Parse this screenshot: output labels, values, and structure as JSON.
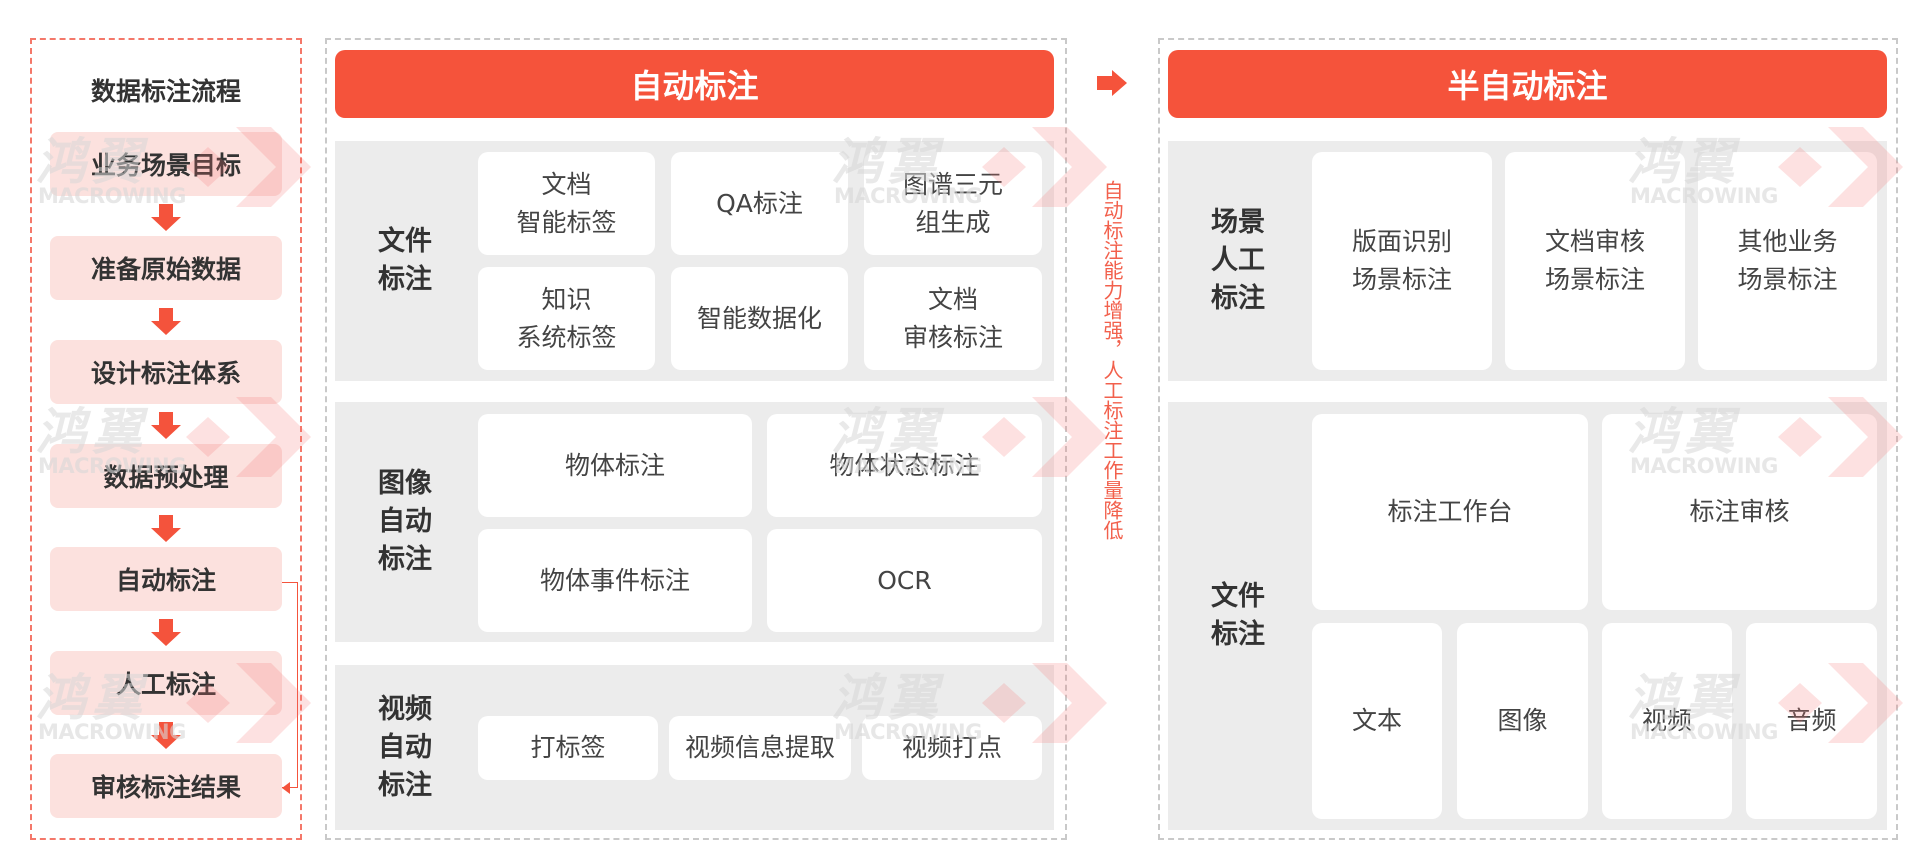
{
  "left": {
    "title": "数据标注流程",
    "steps": [
      "业务场景目标",
      "准备原始数据",
      "设计标注体系",
      "数据预处理",
      "自动标注",
      "人工标注",
      "审核标注结果"
    ]
  },
  "auto": {
    "header": "自动标注",
    "sections": [
      {
        "label": "文件\n标注",
        "cards": [
          "文档\n智能标签",
          "QA标注",
          "图谱三元\n组生成",
          "知识\n系统标签",
          "智能数据化",
          "文档\n审核标注"
        ]
      },
      {
        "label": "图像\n自动\n标注",
        "cards": [
          "物体标注",
          "物体状态标注",
          "物体事件标注",
          "OCR"
        ]
      },
      {
        "label": "视频\n自动\n标注",
        "cards": [
          "打标签",
          "视频信息提取",
          "视频打点"
        ]
      }
    ]
  },
  "middle": {
    "arrow_icon": "right-arrow-icon",
    "vertical_note": "自动标注能力增强，人工标注工作量降低"
  },
  "semi": {
    "header": "半自动标注",
    "sections": [
      {
        "label": "场景\n人工\n标注",
        "cards": [
          "版面识别\n场景标注",
          "文档审核\n场景标注",
          "其他业务\n场景标注"
        ]
      },
      {
        "label": "文件\n标注",
        "cards": [
          "标注工作台",
          "标注审核",
          "文本",
          "图像",
          "视频",
          "音频"
        ]
      }
    ]
  },
  "watermark": {
    "cn": "鸿翼",
    "en": "MACROWING"
  },
  "colors": {
    "accent": "#f5533b",
    "step_bg": "#fce1de",
    "section_bg": "#ececec",
    "note": "#f2604c"
  }
}
